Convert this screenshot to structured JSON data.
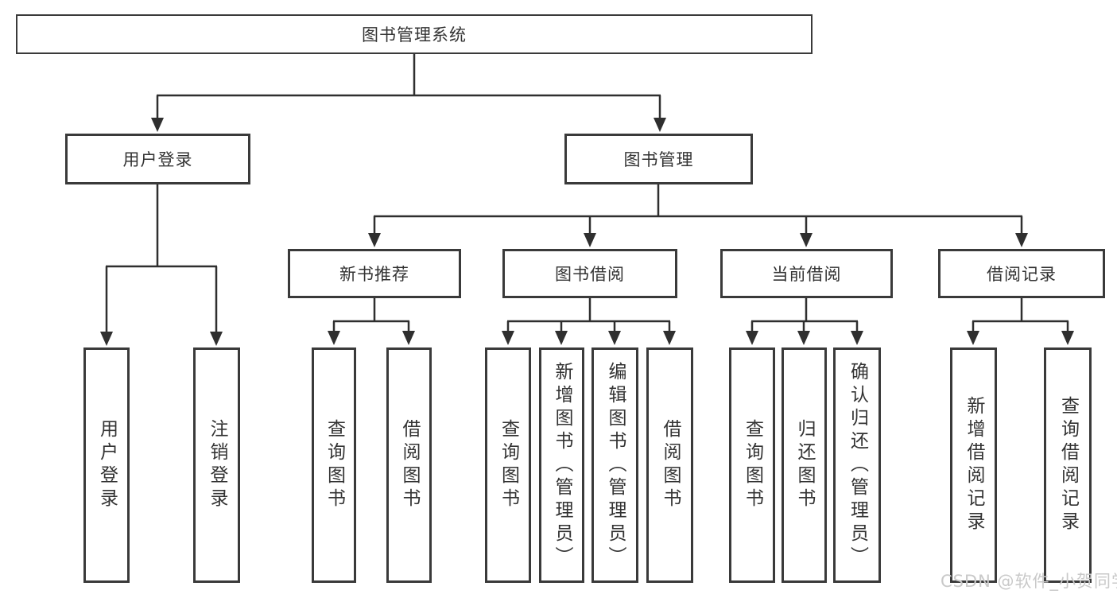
{
  "colors": {
    "line": "#2f2f2f",
    "border": "#3a3a3a",
    "text": "#333333",
    "background": "#ffffff",
    "watermark": "#c9c9c9"
  },
  "root": {
    "label": "图书管理系统"
  },
  "branches": [
    {
      "label": "用户登录",
      "children": [
        {
          "label": "用户登录"
        },
        {
          "label": "注销登录"
        }
      ]
    },
    {
      "label": "图书管理",
      "children": [
        {
          "label": "新书推荐",
          "children": [
            {
              "label": "查询图书"
            },
            {
              "label": "借阅图书"
            }
          ]
        },
        {
          "label": "图书借阅",
          "children": [
            {
              "label": "查询图书"
            },
            {
              "label": "新增图书（管理员）"
            },
            {
              "label": "编辑图书（管理员）"
            },
            {
              "label": "借阅图书"
            }
          ]
        },
        {
          "label": "当前借阅",
          "children": [
            {
              "label": "查询图书"
            },
            {
              "label": "归还图书"
            },
            {
              "label": "确认归还（管理员）"
            }
          ]
        },
        {
          "label": "借阅记录",
          "children": [
            {
              "label": "新增借阅记录"
            },
            {
              "label": "查询借阅记录"
            }
          ]
        }
      ]
    }
  ],
  "watermark": "CSDN @软件_小贺同学"
}
